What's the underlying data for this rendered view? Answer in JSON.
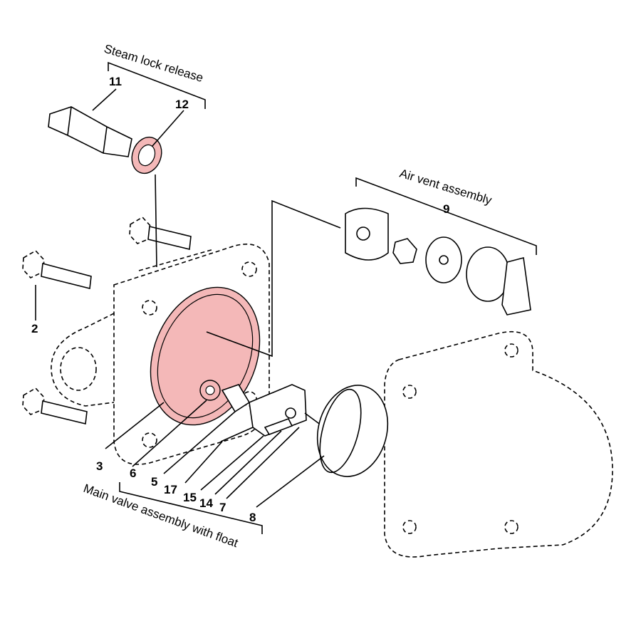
{
  "groups": {
    "steam_lock": {
      "title": "Steam lock release"
    },
    "air_vent": {
      "title": "Air vent assembly",
      "number": "9"
    },
    "main_valve": {
      "title": "Main valve assembly with float"
    }
  },
  "callouts": {
    "n11": "11",
    "n12": "12",
    "n2": "2",
    "n3": "3",
    "n6": "6",
    "n5": "5",
    "n17": "17",
    "n15": "15",
    "n14": "14",
    "n7": "7",
    "n8": "8"
  },
  "colors": {
    "highlight": "#f4b8b8",
    "line": "#000000"
  }
}
